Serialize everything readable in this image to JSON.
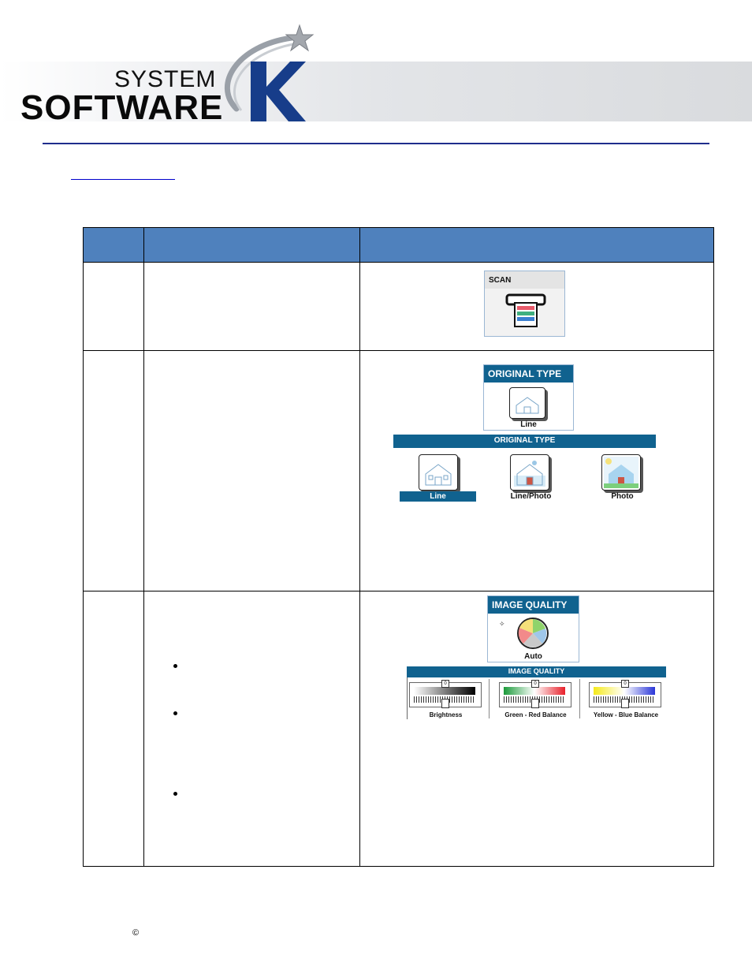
{
  "header": {
    "logo_system": "SYSTEM",
    "logo_software": "SOFTWARE",
    "logo_k": "K"
  },
  "scan_panel": {
    "title": "SCAN",
    "icon": "scanner-icon"
  },
  "original_type_panel": {
    "title": "ORIGINAL TYPE",
    "selected_label": "Line",
    "options_title": "ORIGINAL TYPE",
    "options": [
      {
        "label": "Line"
      },
      {
        "label": "Line/Photo"
      },
      {
        "label": "Photo"
      }
    ],
    "selected_index": 0
  },
  "image_quality_panel": {
    "title": "IMAGE QUALITY",
    "selected_label": "Auto",
    "options_title": "IMAGE QUALITY",
    "sliders": [
      {
        "label": "Brightness",
        "value": 0
      },
      {
        "label": "Green - Red Balance",
        "value": 0
      },
      {
        "label": "Yellow - Blue Balance",
        "value": 0
      }
    ],
    "slider_marker": "0"
  },
  "colors": {
    "table_header": "#4f81bd",
    "panel_blue": "#10628f",
    "header_rule": "#1f2d8c",
    "logo_k": "#173d8a"
  },
  "footer": {
    "copyright": "©"
  }
}
